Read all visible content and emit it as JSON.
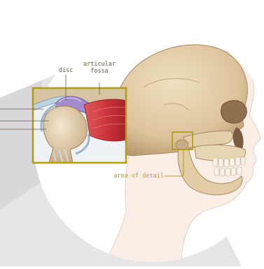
{
  "labels": {
    "disc": "disc",
    "articular_fossa_line1": "articular",
    "articular_fossa_line2": "fossa",
    "area_of_detail": "area of detail"
  },
  "colors": {
    "label_text": "#6b5a4a",
    "callout_text": "#c09b2a",
    "detail_frame": "#b39b1b",
    "bone": "#e6d3b0",
    "bone_shadow": "#b89a74",
    "skin": "#fbeee6",
    "muscle": "#c8323d",
    "disc": "#9d86c6",
    "cartilage": "#a9c5d9",
    "background_panel": "#e1e1e3"
  }
}
